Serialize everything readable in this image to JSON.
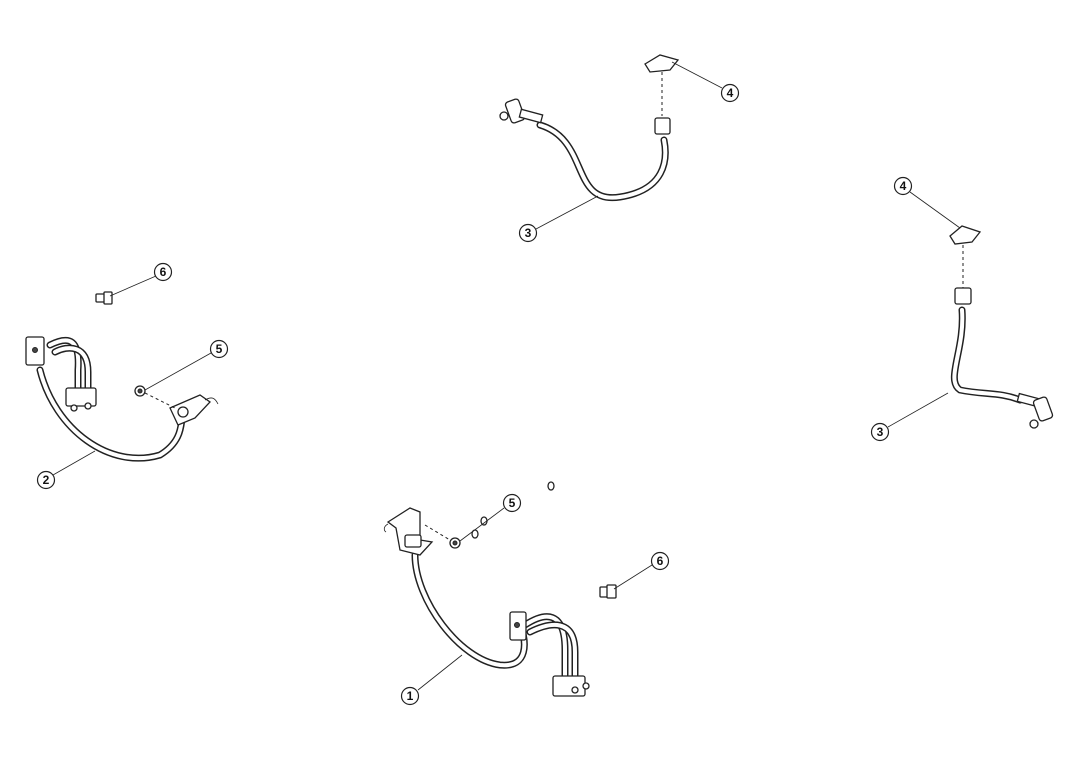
{
  "diagram": {
    "type": "exploded-parts-view",
    "callouts": {
      "left_bolt": "6",
      "left_nut": "5",
      "left_hose": "2",
      "top_hose": "3",
      "top_clip": "4",
      "right_clip": "4",
      "right_hose": "3",
      "bottom_nut": "5",
      "bottom_bolt": "6",
      "bottom_hose": "1"
    }
  }
}
